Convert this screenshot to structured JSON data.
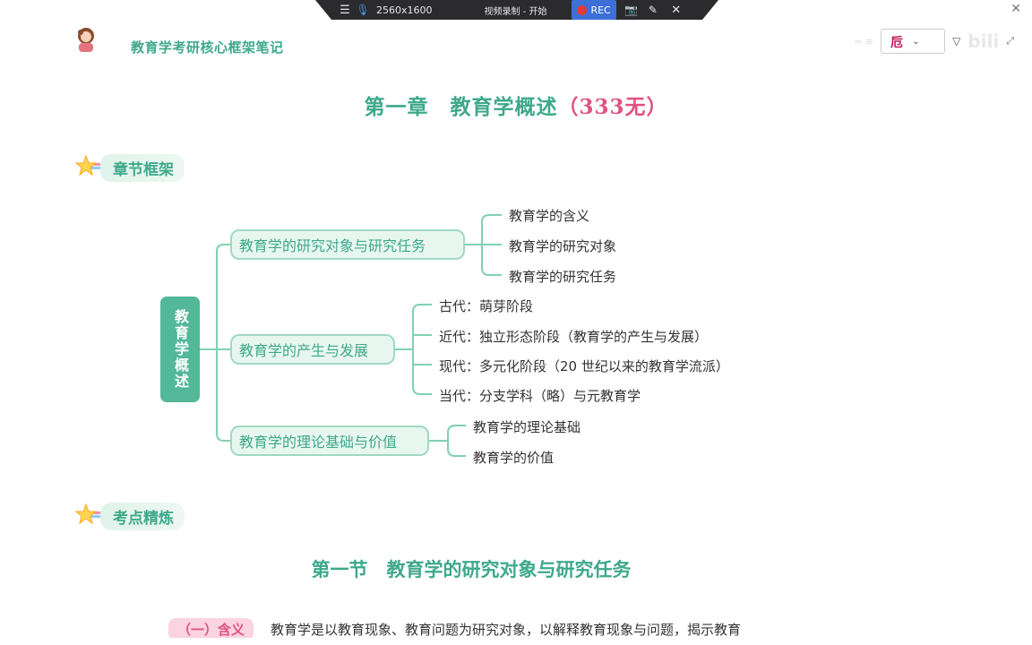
{
  "recorder": {
    "menu_icon": "menu-icon",
    "resolution": "2560x1600",
    "title": "视频录制 - 开始",
    "rec_label": "REC"
  },
  "header": {
    "doc_title": "教育学考研核心框架笔记",
    "chapter_title": "第一章　教育学概述",
    "chapter_suffix": "（333无）"
  },
  "sections": {
    "framework_label": "章节框架",
    "exam_points_label": "考点精炼"
  },
  "mindmap": {
    "root": "教育学概述",
    "branches": [
      {
        "label": "教育学的研究对象与研究任务",
        "leaves": [
          "教育学的含义",
          "教育学的研究对象",
          "教育学的研究任务"
        ]
      },
      {
        "label": "教育学的产生与发展",
        "leaves": [
          "古代：萌芽阶段",
          "近代：独立形态阶段（教育学的产生与发展）",
          "现代：多元化阶段（20 世纪以来的教育学流派）",
          "当代：分支学科（略）与元教育学"
        ]
      },
      {
        "label": "教育学的理论基础与价值",
        "leaves": [
          "教育学的理论基础",
          "教育学的价值"
        ]
      }
    ]
  },
  "section1": {
    "title": "第一节　教育学的研究对象与研究任务",
    "cut_tag": "（一）含义",
    "cut_text": "教育学是以教育现象、教育问题为研究对象，以解释教育现象与问题，揭示教育"
  },
  "colors": {
    "accent": "#3ea98a",
    "accent_fill": "#52b898",
    "pink": "#e0527e",
    "branch_border": "#9fd9c4"
  }
}
